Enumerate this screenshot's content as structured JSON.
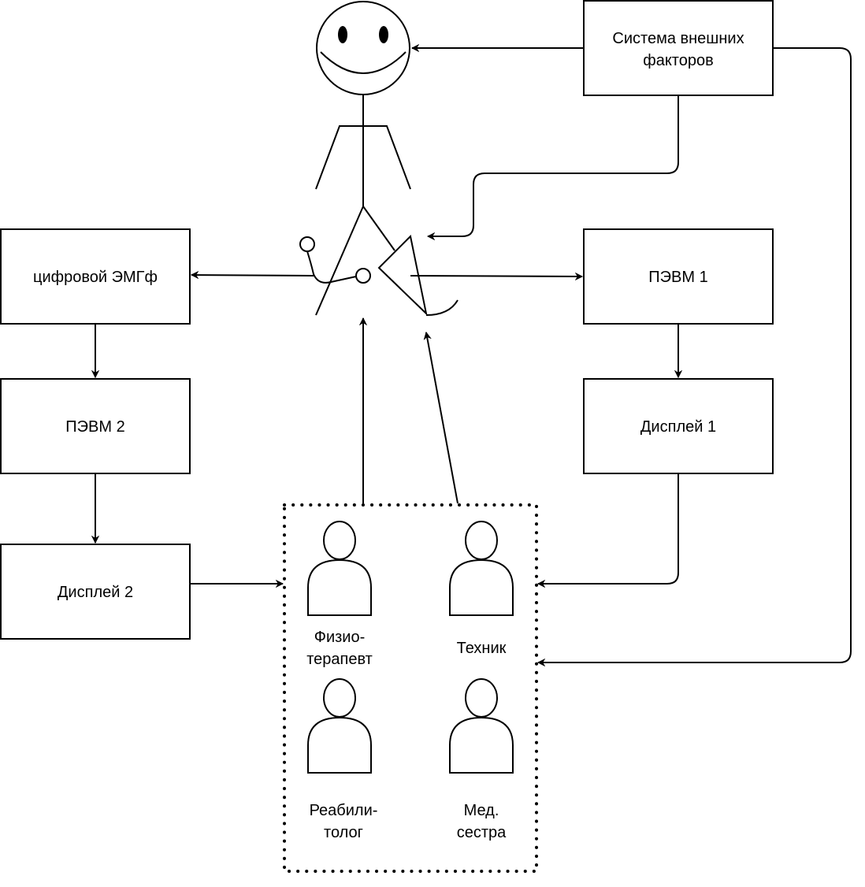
{
  "nodes": {
    "external": {
      "line1": "Система внешних",
      "line2": "факторов"
    },
    "emg": {
      "label": "цифровой ЭМГф"
    },
    "pc2": {
      "label": "ПЭВМ 2"
    },
    "display2": {
      "label": "Дисплей 2"
    },
    "pc1": {
      "label": "ПЭВМ 1"
    },
    "display1": {
      "label": "Дисплей 1"
    }
  },
  "team": {
    "physio": {
      "line1": "Физио-",
      "line2": "терапевт"
    },
    "technician": {
      "line1": "Техник"
    },
    "rehab": {
      "line1": "Реабили-",
      "line2": "толог"
    },
    "nurse": {
      "line1": "Мед.",
      "line2": "сестра"
    }
  },
  "colors": {
    "stroke": "#000000",
    "fill": "#ffffff"
  }
}
